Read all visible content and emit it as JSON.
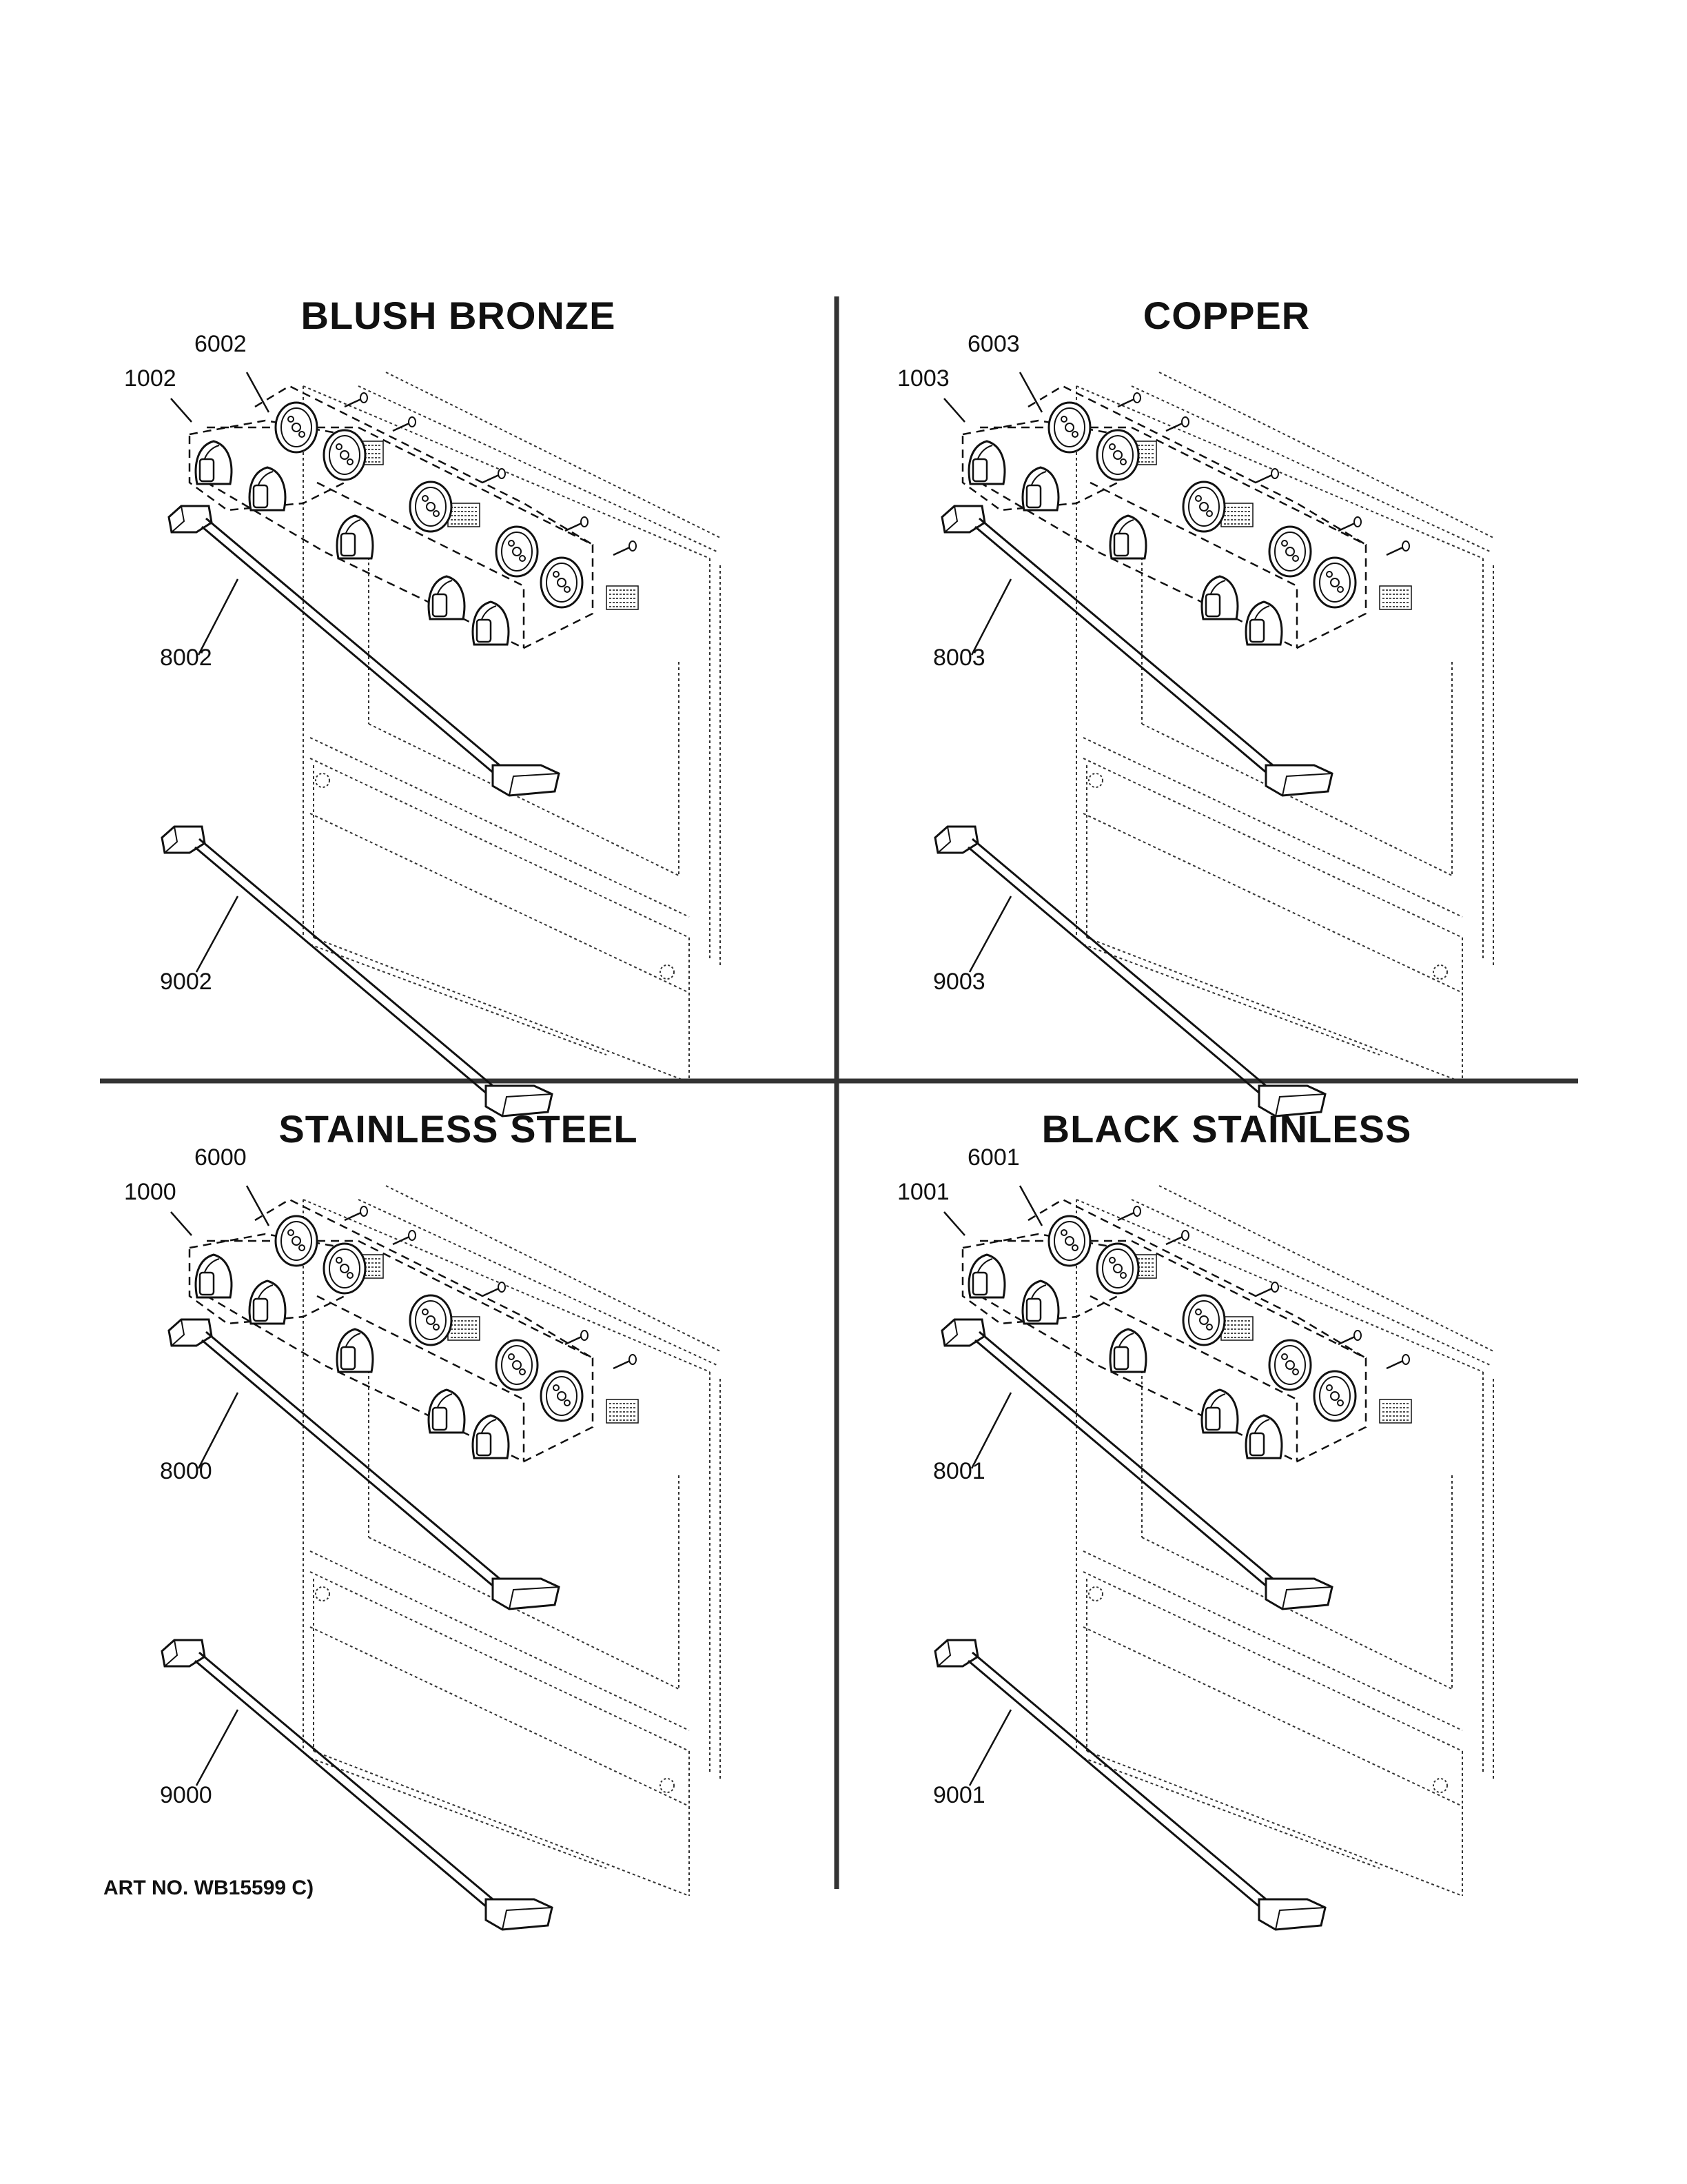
{
  "panels": [
    {
      "title": "BLUSH BRONZE",
      "labels": {
        "knob": "1002",
        "bezel": "6002",
        "upper_handle": "8002",
        "lower_handle": "9002"
      }
    },
    {
      "title": "COPPER",
      "labels": {
        "knob": "1003",
        "bezel": "6003",
        "upper_handle": "8003",
        "lower_handle": "9003"
      }
    },
    {
      "title": "STAINLESS STEEL",
      "labels": {
        "knob": "1000",
        "bezel": "6000",
        "upper_handle": "8000",
        "lower_handle": "9000"
      }
    },
    {
      "title": "BLACK STAINLESS",
      "labels": {
        "knob": "1001",
        "bezel": "6001",
        "upper_handle": "8001",
        "lower_handle": "9001"
      }
    }
  ],
  "art_no": "ART NO. WB15599 C)"
}
